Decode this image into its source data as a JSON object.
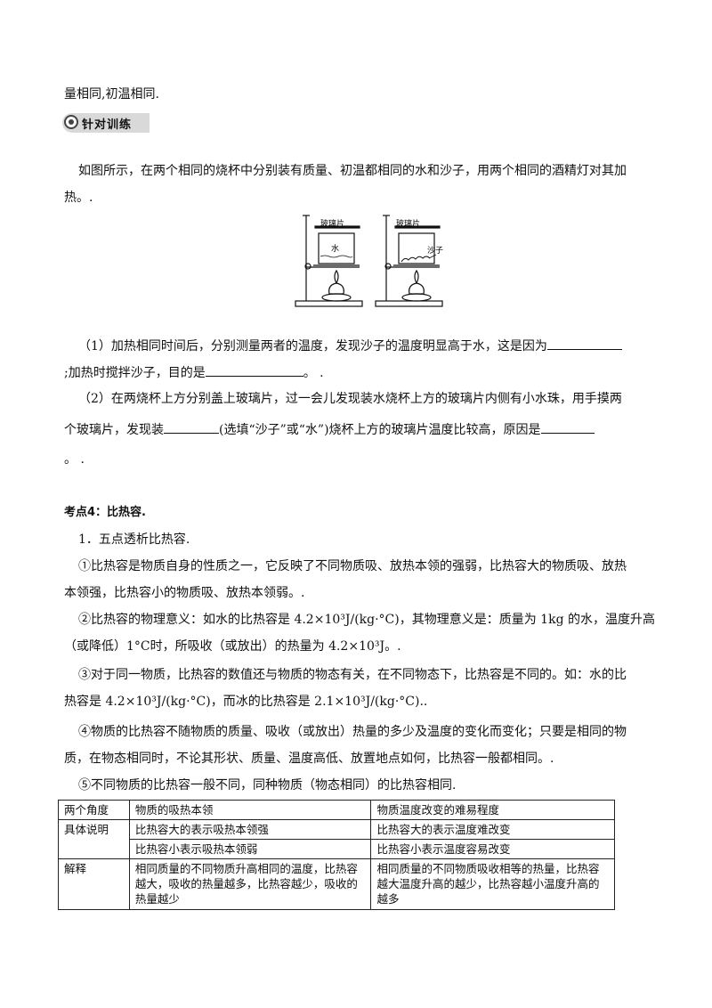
{
  "top_line": "量相同,初温相同.",
  "badge_label": "针对训练",
  "intro": {
    "line1": "如图所示，在两个相同的烧杯中分别装有质量、初温都相同的水和沙子，用两个相同的酒精灯对其加",
    "line2": "热。."
  },
  "figure": {
    "left_label_top": "玻璃片",
    "left_label_water": "水",
    "right_label_top": "玻璃片",
    "right_label_sand": "沙子"
  },
  "q1": {
    "line1_a": "（1）加热相同时间后，分别测量两者的温度，发现沙子的温度明显高于水，这是因为",
    "line2_a": ";加热时搅拌沙子，目的是",
    "line2_b": "。 ."
  },
  "q2": {
    "line1": "（2）在两烧杯上方分别盖上玻璃片，过一会儿发现装水烧杯上方的玻璃片内侧有小水珠，用手摸两",
    "line2_a": "个玻璃片，发现装",
    "line2_b": "(选填“沙子”或“水”)烧杯上方的玻璃片温度比较高，原因是",
    "line3": "。  ."
  },
  "section": {
    "title": "考点4：比热容.",
    "sub": "1．五点透析比热容.",
    "p1_l1": "①比热容是物质自身的性质之一，它反映了不同物质吸、放热本领的强弱，比热容大的物质吸、放热",
    "p1_l2": "本领强，比热容小的物质吸、放热本领弱。.",
    "p2_l1": "②比热容的物理意义：如水的比热容是 4.2×10³J/(kg·°C)，其物理意义是：质量为 1kg 的水，温度升高",
    "p2_l2": "（或降低）1°C时，所吸收（或放出）的热量为 4.2×10³J。.",
    "p3_l1": "③对于同一物质，比热容的数值还与物质的物态有关，在不同物态下，比热容是不同的。如：水的比",
    "p3_l2": "热容是 4.2×10³J/(kg·°C)，而冰的比热容是 2.1×10³J/(kg·°C)..",
    "p4_l1": "④物质的比热容不随物质的质量、吸收（或放出）热量的多少及温度的变化而变化；只要是相同的物",
    "p4_l2": "质，在物态相同时，不论其形状、质量、温度高低、放置地点如何，比热容一般都相同。.",
    "p5": "⑤不同物质的比热容一般不同，同种物质（物态相同）的比热容相同."
  },
  "table": {
    "header": [
      "两个角度",
      "物质的吸热本领",
      "物质温度改变的难易程度"
    ],
    "row1": [
      "具体说明",
      "比热容大的表示吸热本领强",
      "比热容大的表示温度难改变"
    ],
    "row2": [
      "",
      "比热容小表示吸热本领弱",
      "比热容小表示温度容易改变"
    ],
    "row3": [
      "解释",
      "相同质量的不同物质升高相同的温度，比热容越大，吸收的热量越多，比热容越少，吸收的热量越少",
      "相同质量的不同物质吸收相等的热量，比热容越大温度升高的越少，比热容越小温度升高的越多"
    ]
  }
}
